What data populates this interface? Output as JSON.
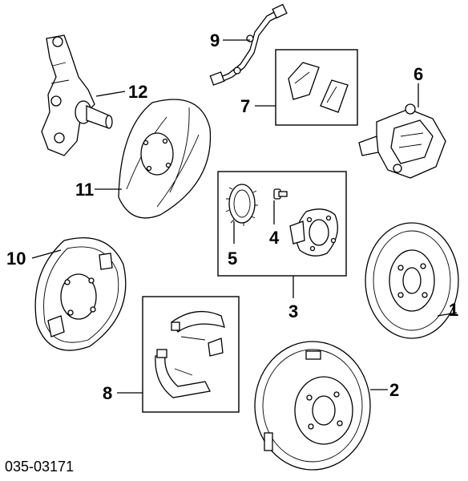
{
  "diagram_code": "035-03171",
  "callouts": {
    "c1": "1",
    "c2": "2",
    "c3": "3",
    "c4": "4",
    "c5": "5",
    "c6": "6",
    "c7": "7",
    "c8": "8",
    "c9": "9",
    "c10": "10",
    "c11": "11",
    "c12": "12"
  }
}
